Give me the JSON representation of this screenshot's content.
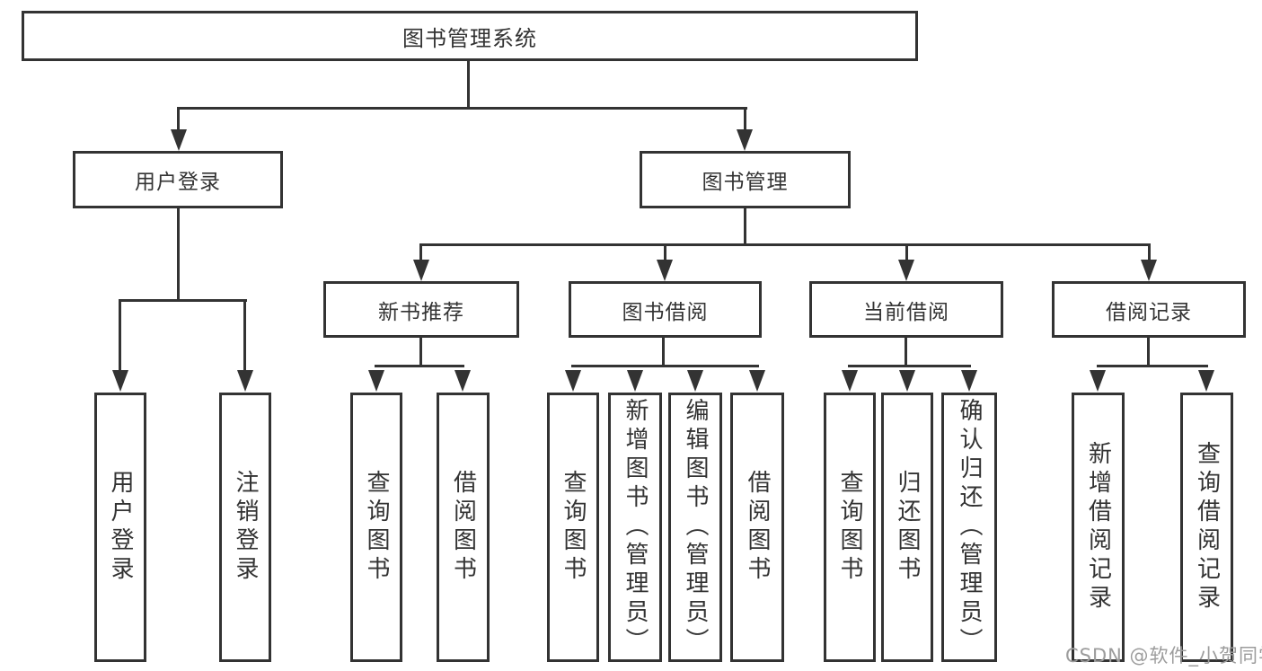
{
  "tree": {
    "label": "图书管理系统",
    "children": [
      {
        "label": "用户登录",
        "children": [
          {
            "label": "用户登录"
          },
          {
            "label": "注销登录"
          }
        ]
      },
      {
        "label": "图书管理",
        "children": [
          {
            "label": "新书推荐",
            "children": [
              {
                "label": "查询图书"
              },
              {
                "label": "借阅图书"
              }
            ]
          },
          {
            "label": "图书借阅",
            "children": [
              {
                "label": "查询图书"
              },
              {
                "label": "新增图书（管理员）"
              },
              {
                "label": "编辑图书（管理员）"
              },
              {
                "label": "借阅图书"
              }
            ]
          },
          {
            "label": "当前借阅",
            "children": [
              {
                "label": "查询图书"
              },
              {
                "label": "归还图书"
              },
              {
                "label": "确认归还（管理员）"
              }
            ]
          },
          {
            "label": "借阅记录",
            "children": [
              {
                "label": "新增借阅记录"
              },
              {
                "label": "查询借阅记录"
              }
            ]
          }
        ]
      }
    ]
  },
  "watermark": {
    "text": "CSDN @软件_小贺同学"
  },
  "colors": {
    "background": "#ffffff",
    "line": "#333333",
    "node_border": "#333333",
    "node_text": "#333333",
    "watermark": "#9c9c9c"
  }
}
